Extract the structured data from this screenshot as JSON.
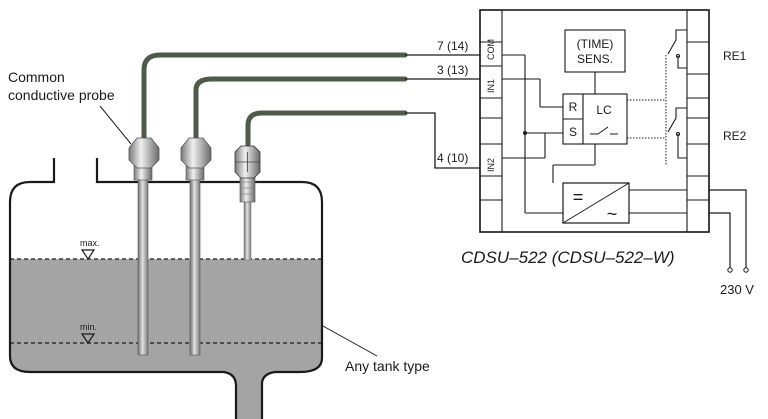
{
  "labels": {
    "probe": [
      "Common",
      "conductive probe"
    ],
    "tank": "Any tank type",
    "max": "max.",
    "min": "min.",
    "model": "CDSU–522 (CDSU–522–W)",
    "voltage": "230 V"
  },
  "device": {
    "time_sens": [
      "(TIME)",
      "SENS."
    ],
    "lc": "LC",
    "r": "R",
    "s": "S",
    "eq": "=",
    "tilde": "~",
    "re1": "RE1",
    "re2": "RE2",
    "com": "COM",
    "in1": "IN1",
    "in2": "IN2"
  },
  "wires": {
    "w1": "7 (14)",
    "w2": "3 (13)",
    "w3": "4 (10)"
  },
  "colors": {
    "liquid": "#a4a4a4",
    "cable": "#4f5a48",
    "line": "#1a1a1a"
  }
}
